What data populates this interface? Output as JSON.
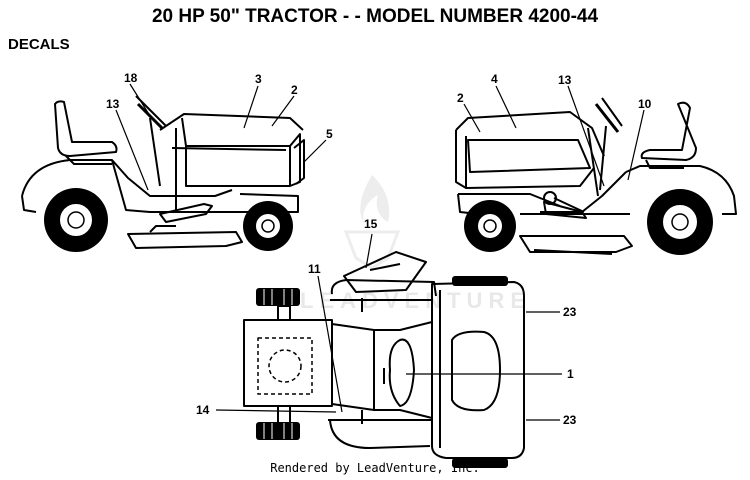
{
  "title": "20 HP 50\" TRACTOR - - MODEL NUMBER 4200-44",
  "section": "DECALS",
  "callouts": {
    "c18": "18",
    "c13a": "13",
    "c3": "3",
    "c2a": "2",
    "c5": "5",
    "c2b": "2",
    "c4": "4",
    "c13b": "13",
    "c10": "10",
    "c15": "15",
    "c11": "11",
    "c23a": "23",
    "c1": "1",
    "c14": "14",
    "c23b": "23"
  },
  "watermark": "LEADVENTURE",
  "footer": "Rendered by LeadVenture, Inc."
}
